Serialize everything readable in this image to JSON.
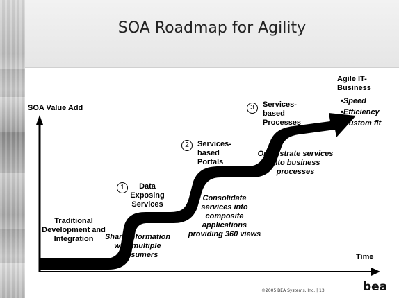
{
  "slide": {
    "title": "SOA Roadmap for Agility",
    "footer_text": "©2005 BEA Systems, Inc.  |  13",
    "logo_text": "bea"
  },
  "axes": {
    "y_label": "SOA Value Add",
    "x_label": "Time"
  },
  "stages": [
    {
      "number": "1",
      "title": "Data Exposing Services",
      "description": "Share information with multiple consumers"
    },
    {
      "number": "2",
      "title": "Services-based Portals",
      "description": "Consolidate services into composite applications providing 360 views"
    },
    {
      "number": "3",
      "title": "Services-based Processes",
      "description": "Orchestrate services into business processes"
    }
  ],
  "start_label": "Traditional Development and Integration",
  "outcome": {
    "title": "Agile IT-Business",
    "bullets": [
      "•Speed",
      "•Efficiency",
      "•Custom fit"
    ]
  },
  "colors": {
    "arrow": "#000000",
    "title_band": "#e6e6e6",
    "text": "#000000"
  }
}
